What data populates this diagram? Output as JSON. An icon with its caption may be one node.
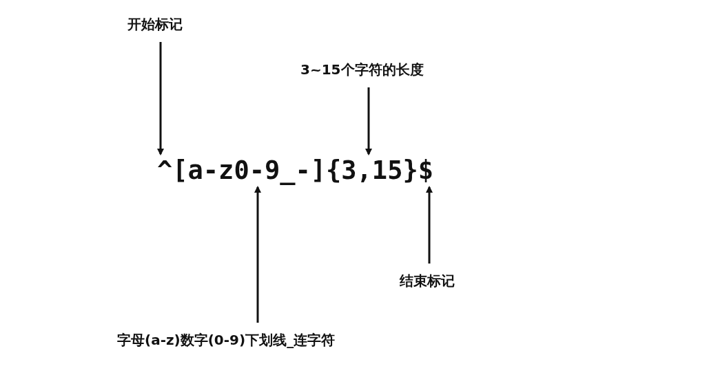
{
  "diagram": {
    "nodes": [
      {
        "text": [
          "开始标记"
        ]
      },
      {
        "text": [
          "3~15个字符的长度"
        ]
      },
      {
        "text": [
          "^"
        ]
      },
      {
        "text": [
          "[a-z0-9_-]"
        ]
      },
      {
        "text": [
          "{3,15}"
        ]
      },
      {
        "text": [
          "$"
        ]
      },
      {
        "text": [
          "结束标记"
        ]
      },
      {
        "text": [
          "字母(a-z)数字(0-9)下划线_连字符"
        ]
      }
    ],
    "edges": [
      {
        "from": 0,
        "to": 2,
        "arrow": "to"
      },
      {
        "from": 1,
        "to": 4,
        "arrow": "to"
      },
      {
        "from": 6,
        "to": 5,
        "arrow": "to"
      },
      {
        "from": 7,
        "to": 3,
        "arrow": "to"
      }
    ]
  }
}
